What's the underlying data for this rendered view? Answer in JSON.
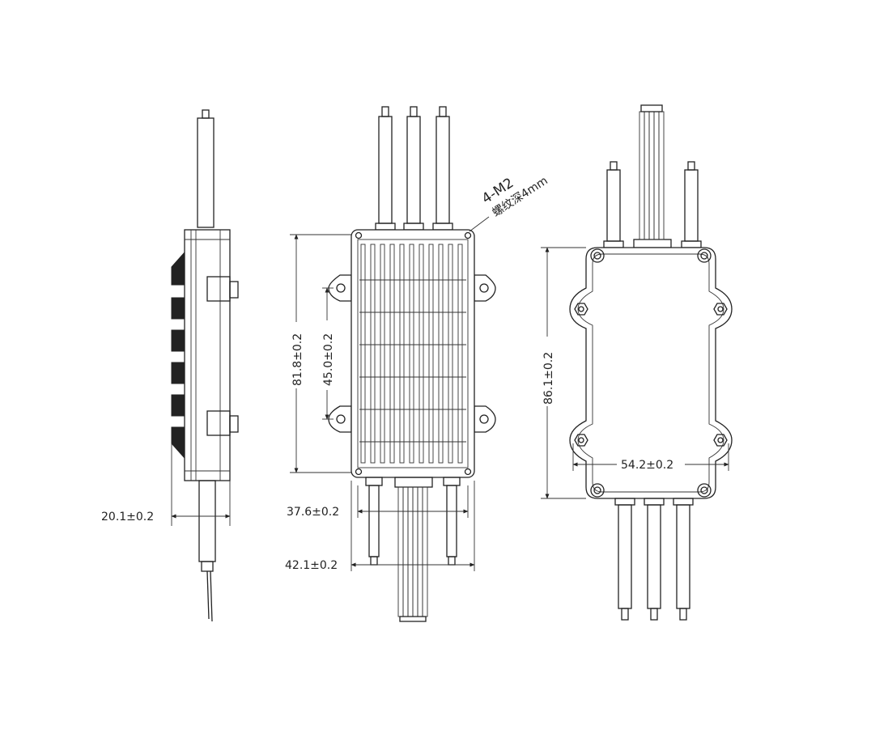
{
  "diagram": {
    "dimensions": {
      "side_thickness": "20.1±0.2",
      "front_height": "81.8±0.2",
      "front_hole_spacing_vertical": "45.0±0.2",
      "front_lead_spacing": "37.6±0.2",
      "front_width": "42.1±0.2",
      "back_height": "86.1±0.2",
      "back_hole_spacing_horizontal": "54.2±0.2"
    },
    "note": {
      "thread_spec": "4-M2",
      "thread_depth": "螺纹深4mm"
    }
  }
}
